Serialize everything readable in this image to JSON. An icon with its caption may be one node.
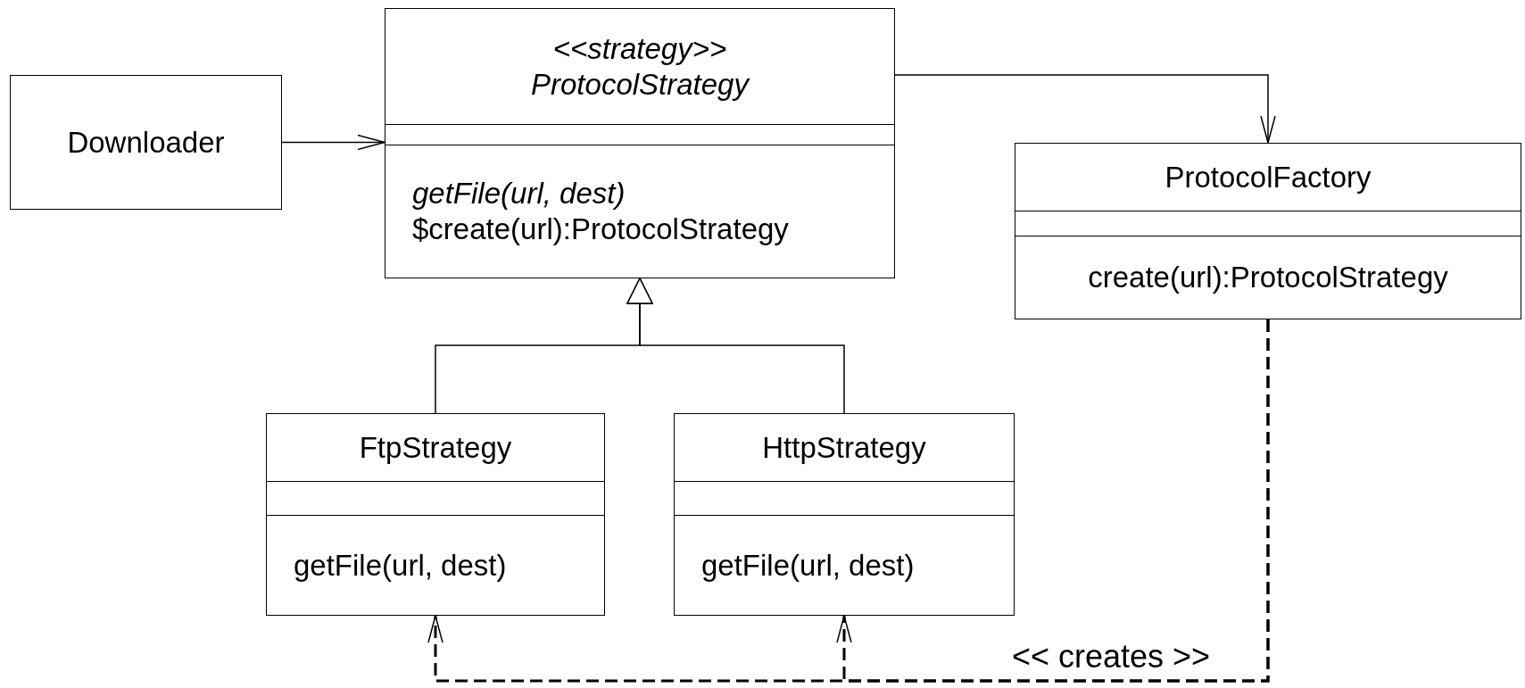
{
  "diagram": {
    "nodes": [
      {
        "text": [
          "Downloader"
        ]
      },
      {
        "text": [
          "<<strategy>>",
          "ProtocolStrategy",
          "getFile(url, dest)",
          "$create(url):ProtocolStrategy"
        ]
      },
      {
        "text": [
          "ProtocolFactory",
          "create(url):ProtocolStrategy"
        ]
      },
      {
        "text": [
          "FtpStrategy",
          "getFile(url, dest)"
        ]
      },
      {
        "text": [
          "HttpStrategy",
          "getFile(url, dest)"
        ]
      }
    ],
    "edges": [
      {
        "from": 0,
        "to": 1,
        "arrow": "to"
      },
      {
        "from": 1,
        "to": 2,
        "arrow": "to"
      },
      {
        "from": 3,
        "to": 1,
        "arrow": "to"
      },
      {
        "from": 4,
        "to": 1,
        "arrow": "to"
      },
      {
        "from": 2,
        "to": 4,
        "arrow": "to",
        "style": "dashed",
        "label": "<< creates >>"
      },
      {
        "from": 2,
        "to": 3,
        "arrow": "to",
        "style": "dashed"
      }
    ]
  }
}
